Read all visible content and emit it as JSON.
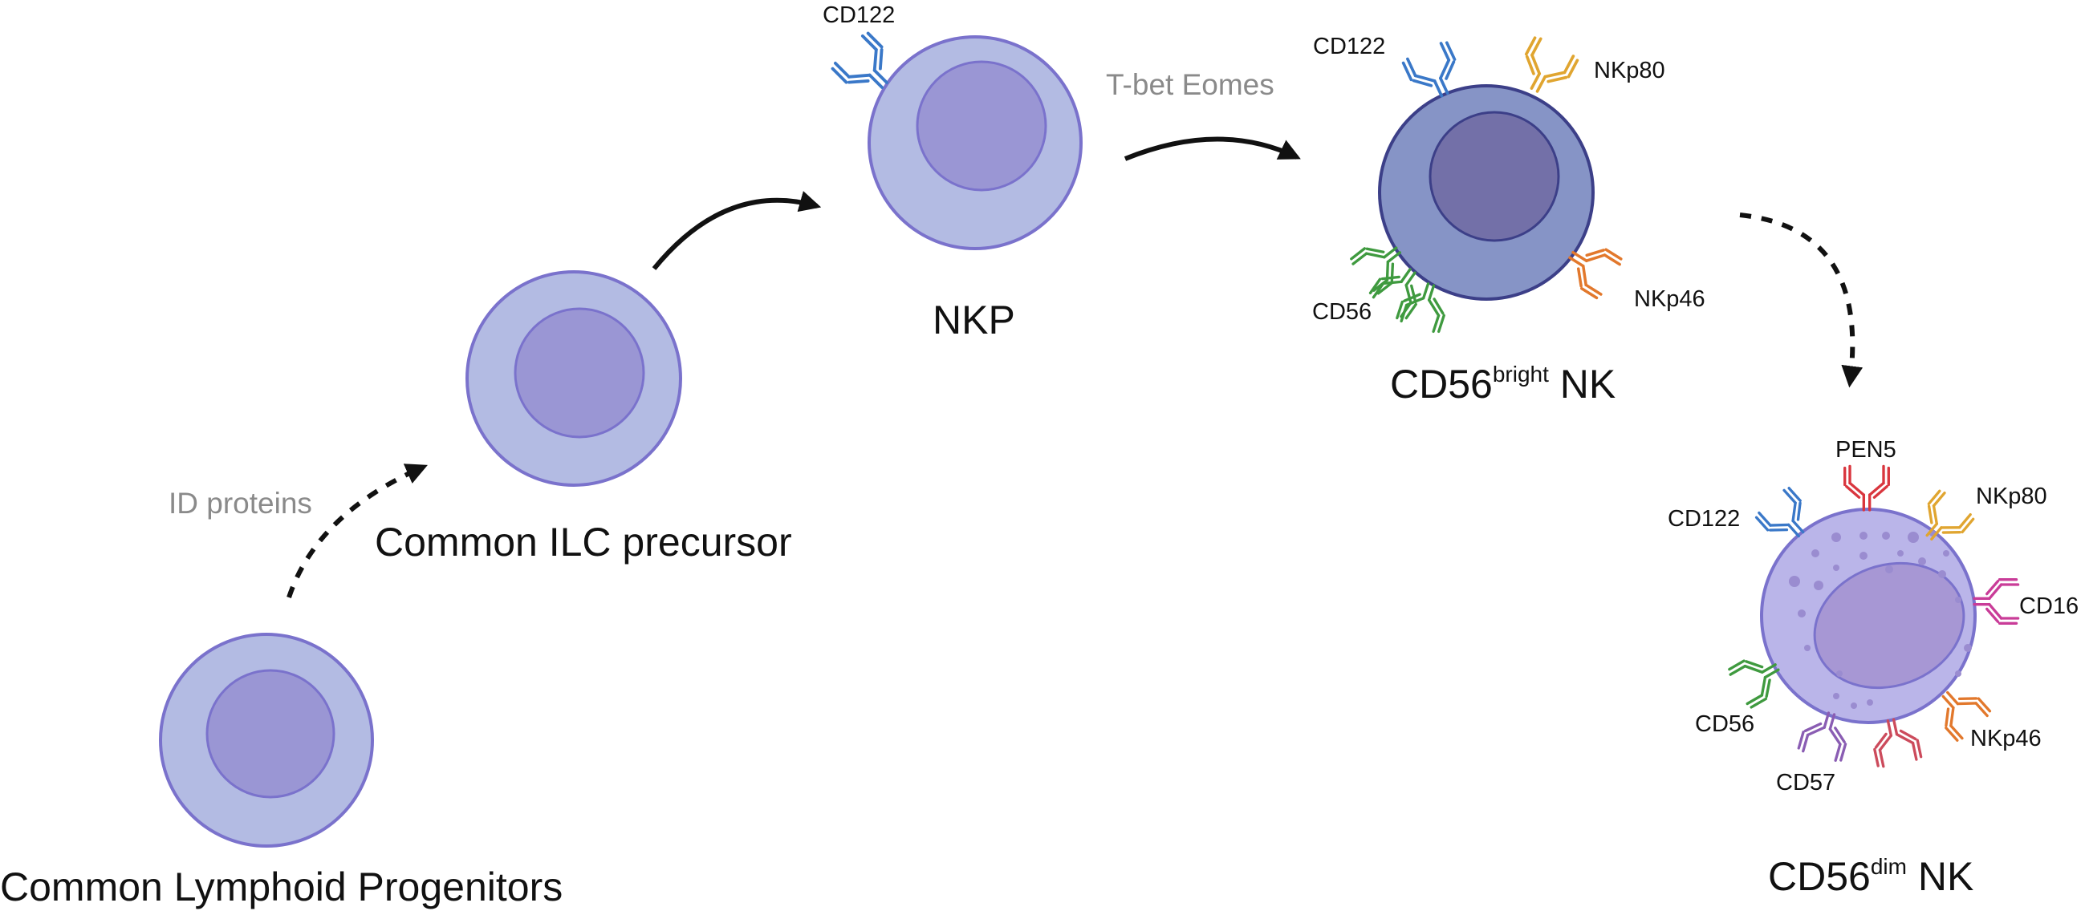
{
  "cells": {
    "clp": {
      "label": "Common Lymphoid Progenitors"
    },
    "ilc": {
      "label": "Common ILC precursor"
    },
    "nkp": {
      "label": "NKP"
    },
    "bright": {
      "label_main": "CD56",
      "label_sup": "bright",
      "label_tail": " NK"
    },
    "dim": {
      "label_main": "CD56",
      "label_sup": "dim",
      "label_tail": " NK"
    }
  },
  "transitions": {
    "clp_to_ilc": "ID proteins",
    "nkp_to_bright": "T-bet Eomes"
  },
  "markers": {
    "nkp": {
      "cd122": "CD122"
    },
    "bright": {
      "cd122": "CD122",
      "nkp80": "NKp80",
      "cd56": "CD56",
      "nkp46": "NKp46"
    },
    "dim": {
      "pen5": "PEN5",
      "cd122": "CD122",
      "nkp80": "NKp80",
      "cd16": "CD16",
      "cd56": "CD56",
      "cd57": "CD57",
      "nkp46": "NKp46"
    }
  },
  "colors": {
    "cell_outer": "#b3bbe3",
    "cell_stroke": "#7a72cc",
    "cell_nucleus": "#9a96d4",
    "bright_outer": "#8694c6",
    "bright_nucleus": "#7370a8",
    "bright_stroke": "#3c3f88",
    "dim_outer": "#bab5e9",
    "dim_nucleus": "#a797d4",
    "cd122": "#3a78c8",
    "nkp80": "#e0a530",
    "cd56": "#3f9a3f",
    "nkp46": "#e2782c",
    "pen5": "#d9363e",
    "cd16": "#c93c98",
    "cd57": "#8a5db3",
    "cd57_alt": "#cc4b5c"
  }
}
